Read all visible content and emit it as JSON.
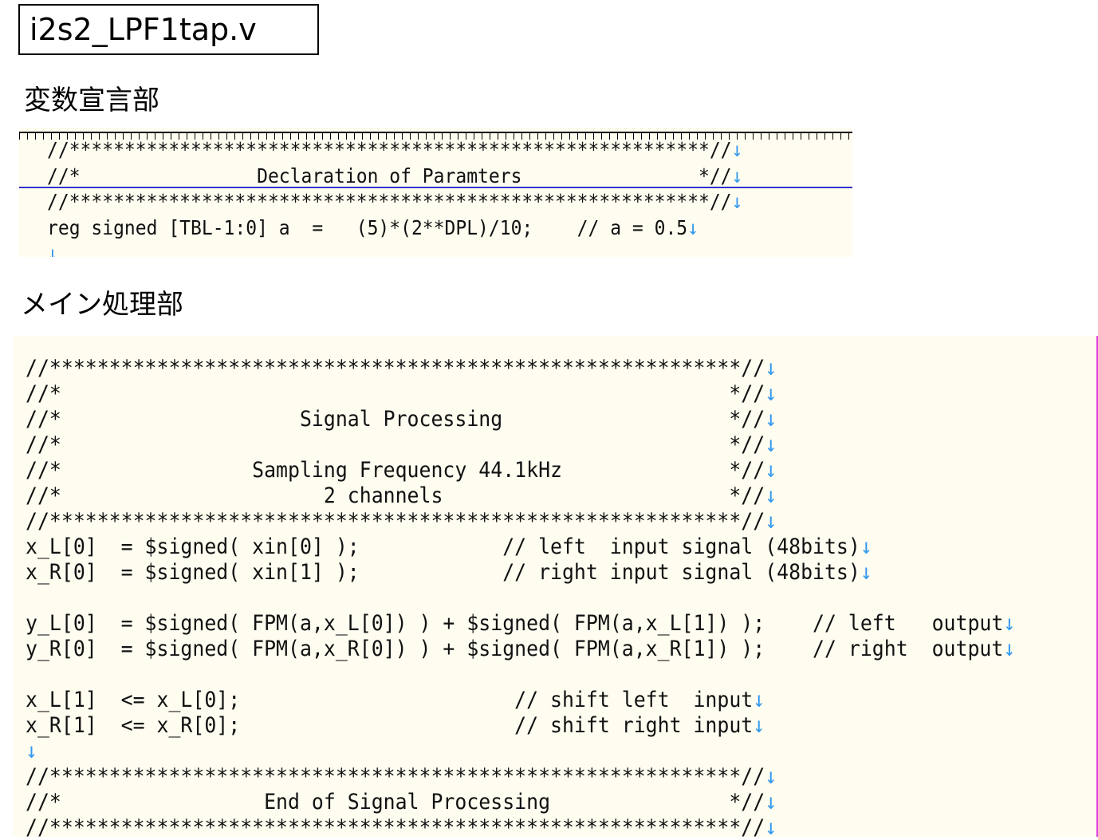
{
  "file_title": "i2s2_LPF1tap.v",
  "section_declarations": "変数宣言部",
  "section_main": "メイン処理部",
  "return_mark": "↓",
  "declaration_lines": [
    "//**********************************************************//",
    "//*                Declaration of Paramters                *//",
    "//**********************************************************//",
    "reg signed [TBL-1:0] a  =   (5)*(2**DPL)/10;    // a = 0.5",
    ""
  ],
  "main_lines": [
    "//**********************************************************//",
    "//*                                                        *//",
    "//*                    Signal Processing                   *//",
    "//*                                                        *//",
    "//*                Sampling Frequency 44.1kHz              *//",
    "//*                      2 channels                        *//",
    "//**********************************************************//",
    "x_L[0]  = $signed( xin[0] );            // left  input signal (48bits)",
    "x_R[0]  = $signed( xin[1] );            // right input signal (48bits)",
    "",
    "y_L[0]  = $signed( FPM(a,x_L[0]) ) + $signed( FPM(a,x_L[1]) );    // left   output",
    "y_R[0]  = $signed( FPM(a,x_R[0]) ) + $signed( FPM(a,x_R[1]) );    // right  output",
    "",
    "x_L[1]  <= x_L[0];                       // shift left  input",
    "x_R[1]  <= x_R[0];                       // shift right input",
    "",
    "//**********************************************************//",
    "//*                 End of Signal Processing               *//",
    "//**********************************************************//"
  ],
  "colors": {
    "editor_bg": "#fffcf0",
    "return_mark": "#3399ee",
    "cursor_line": "#3333cc",
    "right_margin": "#e040e0"
  }
}
